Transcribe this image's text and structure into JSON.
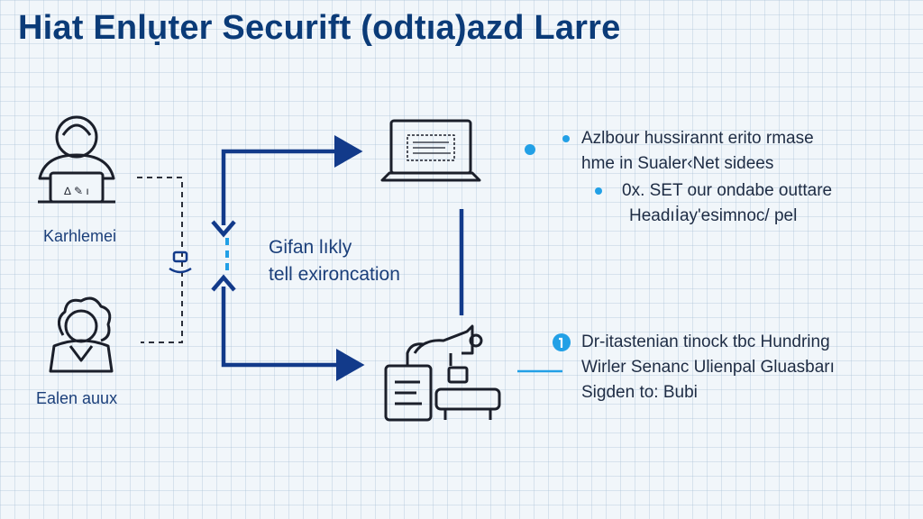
{
  "title": "Hiat Enlụter Securift (odtıa)azd Larre",
  "actors": [
    {
      "label": "Karhlemei",
      "icon": "user-laptop-icon"
    },
    {
      "label": "Ealen auux",
      "icon": "user-icon"
    }
  ],
  "center": {
    "line1": "Gifan lıkly",
    "line2": "tell exironcation"
  },
  "notes_top": {
    "line1": "Azlbour hussirannt erito rmase",
    "line2": "hme in Sualer‹Net sidees",
    "line3": "0x. SET our ondabe outtare",
    "line4": "Headıİay'esimnoc/ pel"
  },
  "notes_bottom": {
    "line1": "Dr-itastenian tinock tbc Hundring",
    "line2": "Wirler Senanc Ulienpal Gluasbarı",
    "line3": "Sigden to: Bubi"
  },
  "icons": {
    "laptop": "laptop-icon",
    "workstation": "device-workstation-icon",
    "bullet": "dot-icon",
    "info": "info-icon"
  },
  "colors": {
    "title": "#0b3b78",
    "arrow": "#123a8a",
    "accent": "#22a0e6",
    "text": "#1e2c44"
  }
}
